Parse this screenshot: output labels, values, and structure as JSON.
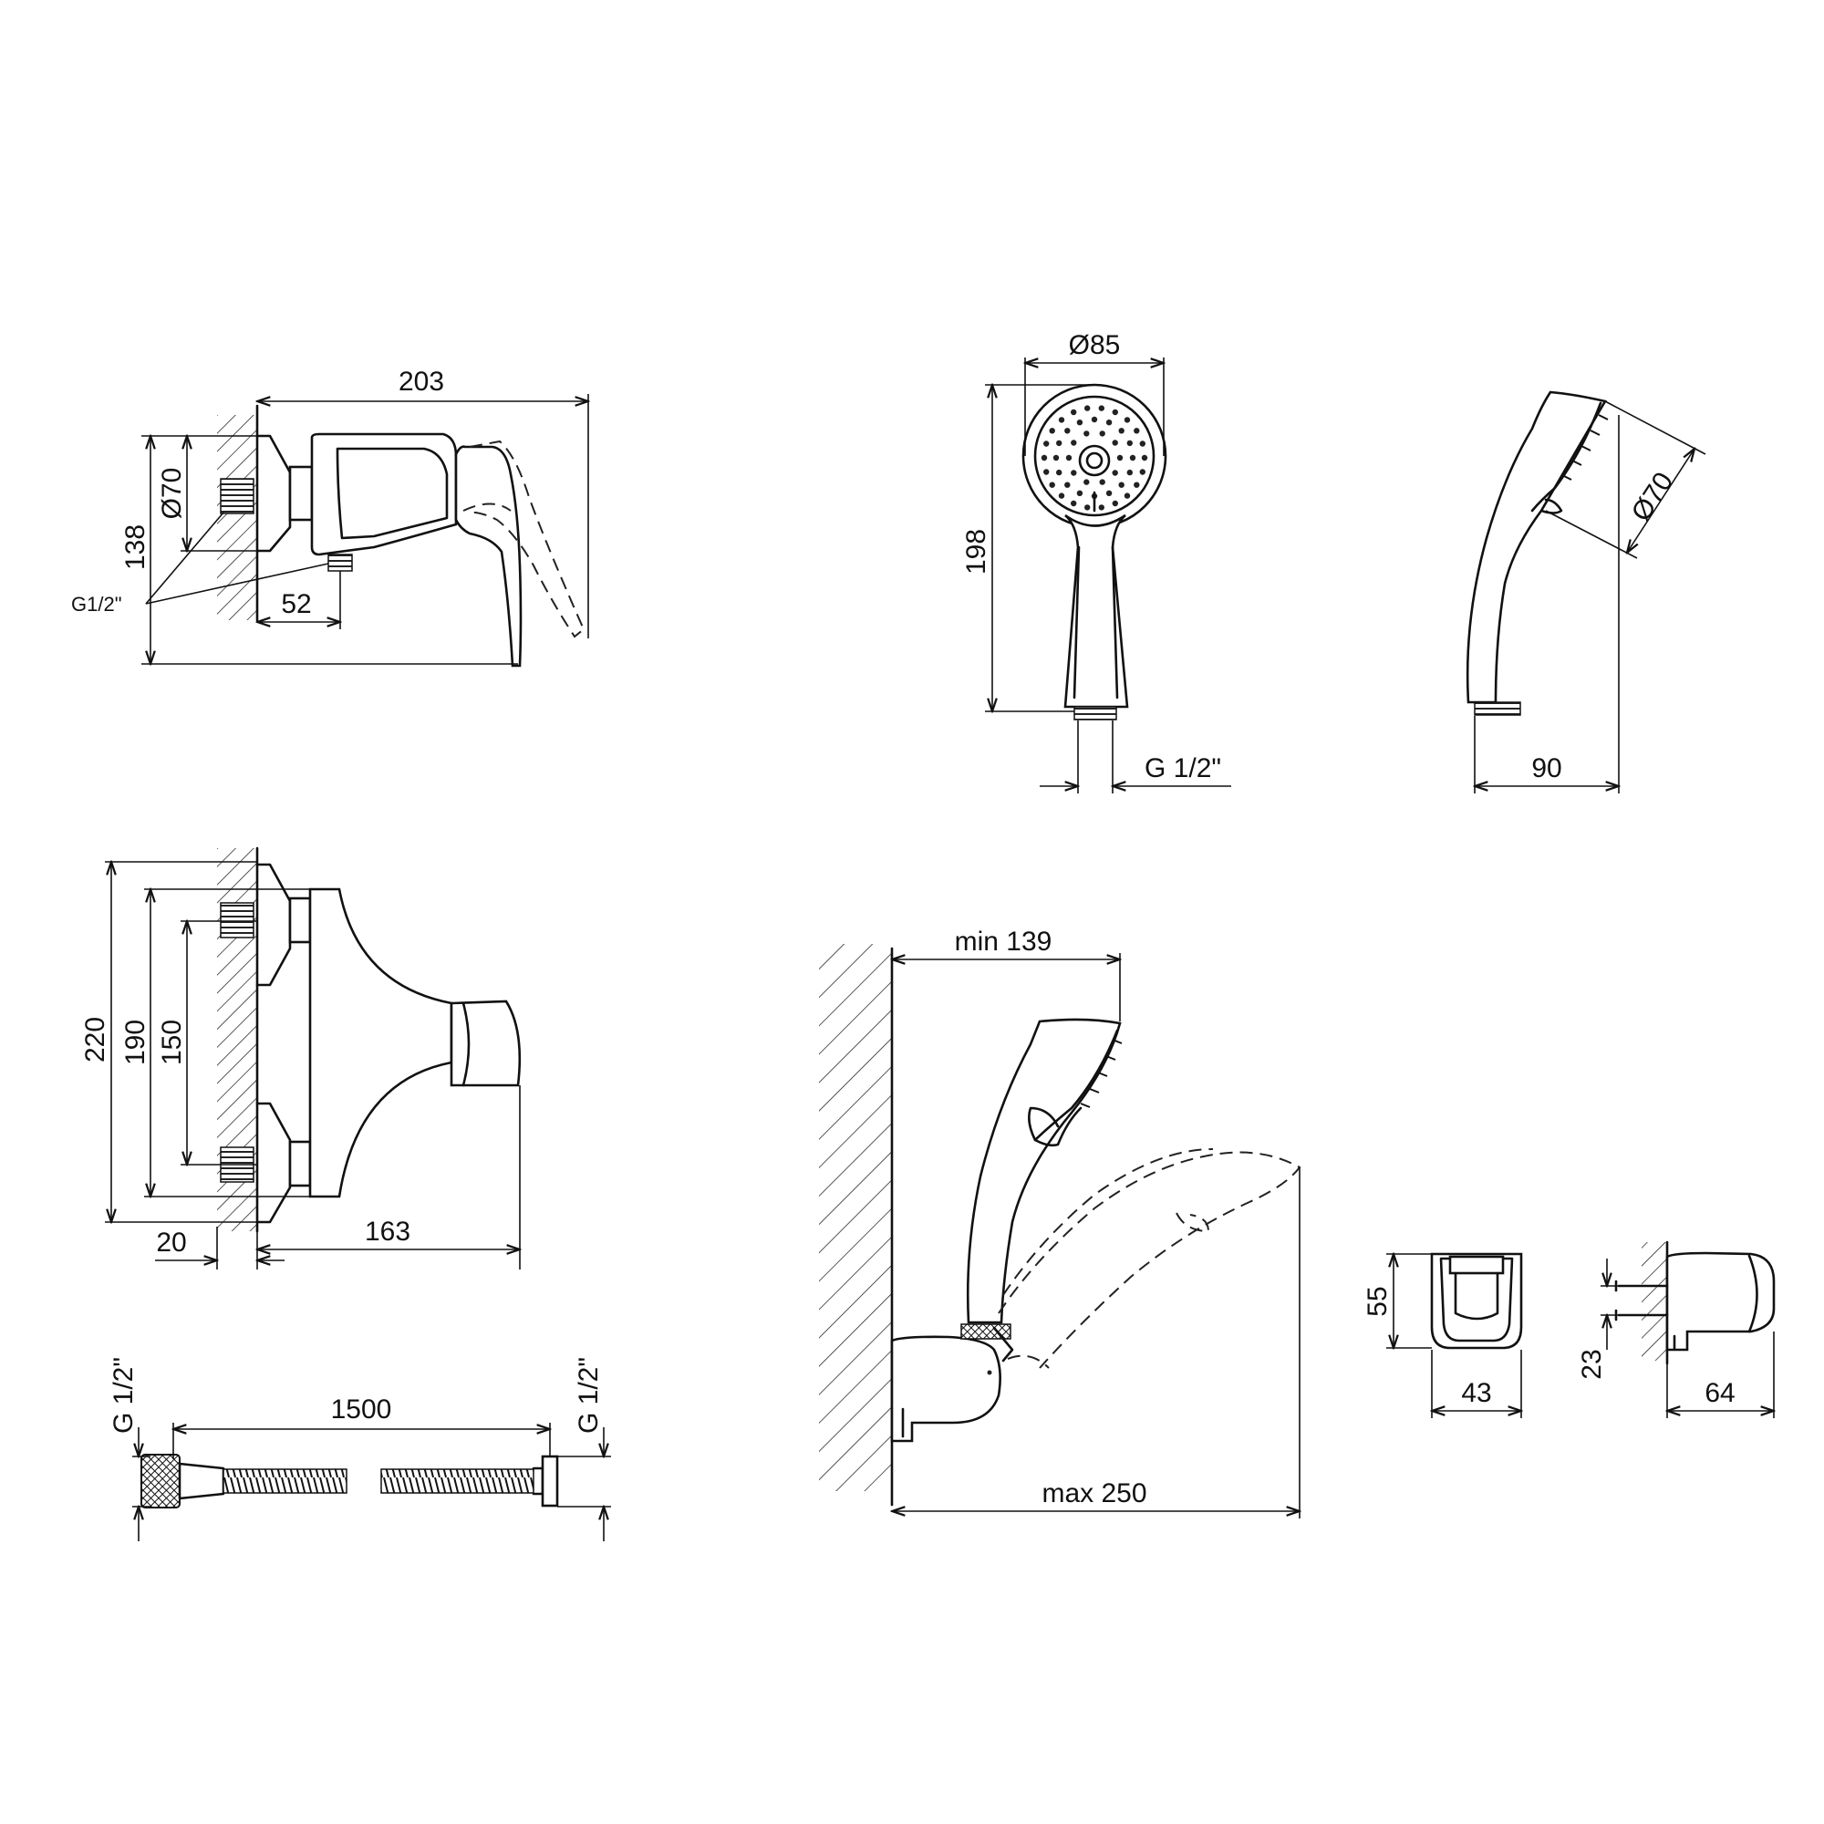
{
  "views": {
    "mixer_side": {
      "dim_width": "203",
      "dim_height": "138",
      "dim_flange_dia": "Ø70",
      "dim_outlet": "52",
      "thread_note": "G1/2\""
    },
    "mixer_front": {
      "dim_total_height": "220",
      "dim_height_mid": "190",
      "dim_axis_distance": "150",
      "dim_wall_offset": "20",
      "dim_projection": "163"
    },
    "hand_shower_front": {
      "dim_head_dia": "Ø85",
      "dim_length": "198",
      "thread_note": "G 1/2\""
    },
    "hand_shower_side": {
      "dim_face_dia": "Ø70",
      "dim_depth": "90"
    },
    "hose": {
      "dim_length": "1500",
      "thread_left": "G 1/2\"",
      "thread_right": "G 1/2\""
    },
    "installed_holder": {
      "dim_min": "min 139",
      "dim_max": "max 250"
    },
    "holder_front": {
      "dim_height": "55",
      "dim_width": "43"
    },
    "holder_side": {
      "dim_screw_spacing": "23",
      "dim_depth": "64"
    }
  }
}
